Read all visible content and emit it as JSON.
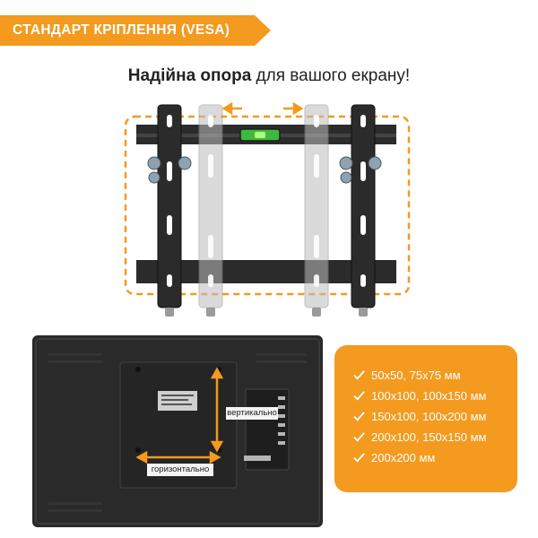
{
  "header": {
    "title": "СТАНДАРТ КРІПЛЕННЯ (VESA)"
  },
  "tagline": {
    "bold": "Надійна опора",
    "rest": " для вашого екрану!"
  },
  "colors": {
    "accent": "#f39a1f",
    "bracket": "#2b2b2b",
    "arm_ghost": "#bdbdbd",
    "tv_body": "#2a2a2a",
    "level_green": "#3fb83f"
  },
  "tv": {
    "vertical_label": "вертикально",
    "horizontal_label": "горизонтально"
  },
  "vesa": {
    "items": [
      {
        "label": "50х50, 75х75 мм",
        "icon": "check-icon"
      },
      {
        "label": "100х100, 100х150 мм",
        "icon": "check-icon"
      },
      {
        "label": "150х100, 100х200 мм",
        "icon": "check-icon"
      },
      {
        "label": "200х100, 150х150 мм",
        "icon": "check-icon"
      },
      {
        "label": "200х200 мм",
        "icon": "check-icon"
      }
    ]
  }
}
